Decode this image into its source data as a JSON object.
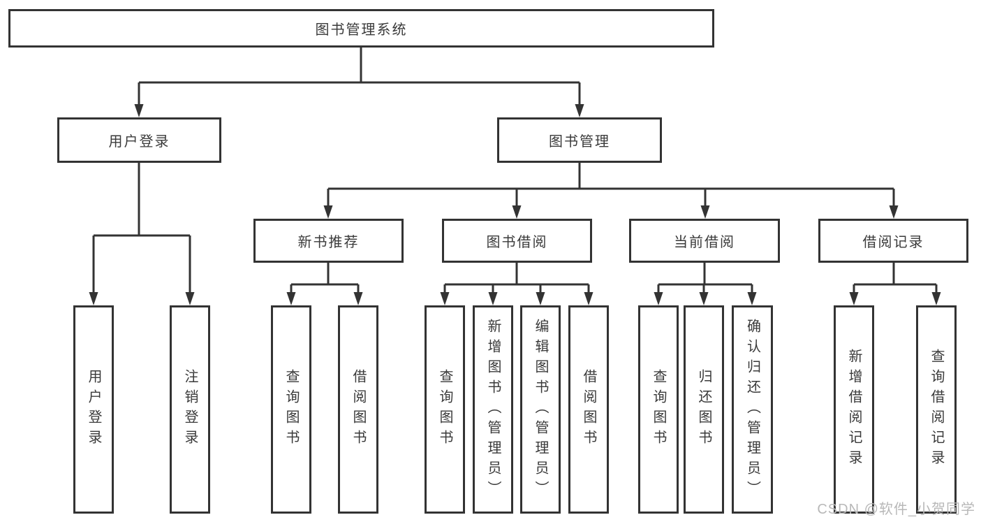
{
  "diagram": {
    "root": {
      "label": "图书管理系统"
    },
    "branches": [
      {
        "label": "用户登录",
        "children": [
          {
            "label": "用户登录"
          },
          {
            "label": "注销登录"
          }
        ]
      },
      {
        "label": "图书管理",
        "children": [
          {
            "label": "新书推荐",
            "children": [
              {
                "label": "查询图书"
              },
              {
                "label": "借阅图书"
              }
            ]
          },
          {
            "label": "图书借阅",
            "children": [
              {
                "label": "查询图书"
              },
              {
                "label": "新增图书（管理员）"
              },
              {
                "label": "编辑图书（管理员）"
              },
              {
                "label": "借阅图书"
              }
            ]
          },
          {
            "label": "当前借阅",
            "children": [
              {
                "label": "查询图书"
              },
              {
                "label": "归还图书"
              },
              {
                "label": "确认归还（管理员）"
              }
            ]
          },
          {
            "label": "借阅记录",
            "children": [
              {
                "label": "新增借阅记录"
              },
              {
                "label": "查询借阅记录"
              }
            ]
          }
        ]
      }
    ],
    "watermark": "CSDN @软件_小贺同学",
    "colors": {
      "line": "#333333",
      "box_border": "#333333",
      "text": "#3a3a3a",
      "watermark": "#b8b8b8",
      "background": "#ffffff"
    }
  }
}
